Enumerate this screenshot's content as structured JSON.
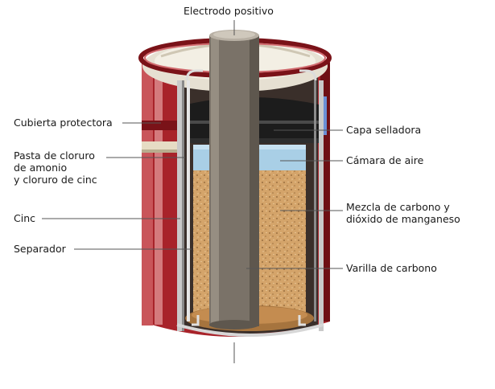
{
  "diagram": {
    "labels": {
      "positive_electrode": "Electrodo positivo",
      "protective_cover": "Cubierta protectora",
      "paste_line1": "Pasta de cloruro",
      "paste_line2": "de amonio",
      "paste_line3": "y cloruro de cinc",
      "zinc": "Cinc",
      "separator": "Separador",
      "seal_layer": "Capa selladora",
      "air_chamber": "Cámara de aire",
      "mixture_line1": "Mezcla de carbono y",
      "mixture_line2": "dióxido de manganeso",
      "carbon_rod": "Varilla de carbono"
    },
    "colors": {
      "casing_red": "#a8232a",
      "casing_highlight": "#d06a6e",
      "casing_dark": "#6e0f14",
      "mixture": "#d4a46a",
      "air_blue": "#a9cfe6",
      "seal_black": "#1c1c1c",
      "carbon_rod": "#7a7268",
      "zinc_gray": "#c9c9c9"
    }
  }
}
